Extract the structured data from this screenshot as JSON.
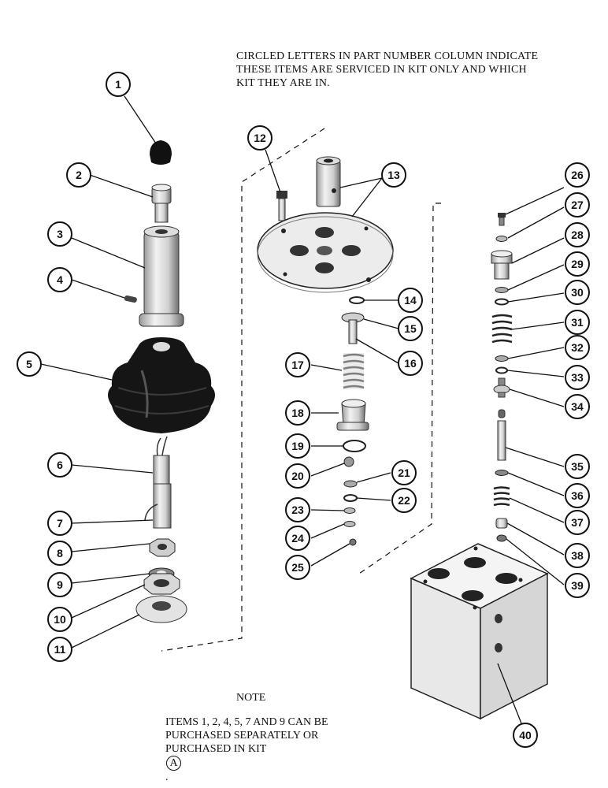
{
  "header_note": {
    "lines": [
      "CIRCLED LETTERS IN PART NUMBER COLUMN INDICATE",
      "THESE ITEMS ARE SERVICED IN KIT ONLY AND WHICH",
      "KIT THEY ARE IN."
    ]
  },
  "note": {
    "title": "NOTE",
    "line1": "ITEMS 1, 2, 4, 5, 7 AND 9 CAN BE",
    "line2": "PURCHASED SEPARATELY OR",
    "line3_prefix": "PURCHASED IN KIT",
    "kit_letter": "A",
    "line3_suffix": "."
  },
  "callouts": [
    "1",
    "2",
    "3",
    "4",
    "5",
    "6",
    "7",
    "8",
    "9",
    "10",
    "11",
    "12",
    "13",
    "14",
    "15",
    "16",
    "17",
    "18",
    "19",
    "20",
    "21",
    "22",
    "23",
    "24",
    "25",
    "26",
    "27",
    "28",
    "29",
    "30",
    "31",
    "32",
    "33",
    "34",
    "35",
    "36",
    "37",
    "38",
    "39",
    "40"
  ],
  "colors": {
    "ink": "#111111",
    "part_dark": "#151515",
    "part_mid": "#8a8a8a",
    "part_light": "#e6e6e6"
  }
}
